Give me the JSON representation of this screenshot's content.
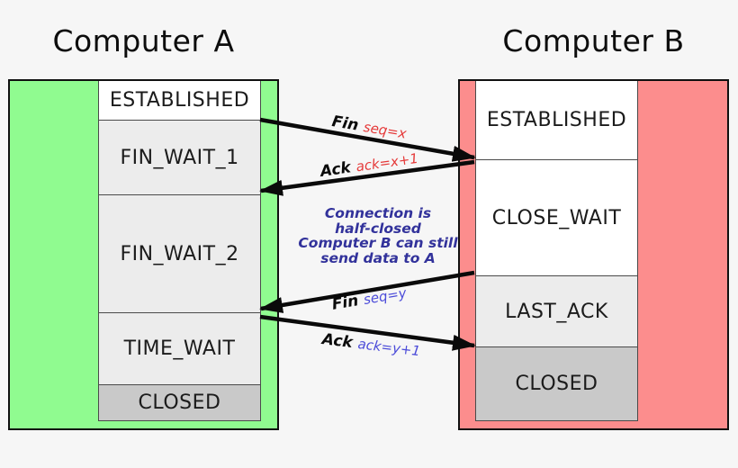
{
  "background_color": "#f6f6f6",
  "columns": {
    "a": {
      "title": "Computer A",
      "panel_color": "#90fb90",
      "states": [
        {
          "label": "ESTABLISHED",
          "bg": "#ffffff"
        },
        {
          "label": "FIN_WAIT_1",
          "bg": "#ececec"
        },
        {
          "label": "FIN_WAIT_2",
          "bg": "#ececec"
        },
        {
          "label": "TIME_WAIT",
          "bg": "#ececec"
        },
        {
          "label": "CLOSED",
          "bg": "#c9c9c9"
        }
      ]
    },
    "b": {
      "title": "Computer B",
      "panel_color": "#fc8d8d",
      "states": [
        {
          "label": "ESTABLISHED",
          "bg": "#ffffff"
        },
        {
          "label": "CLOSE_WAIT",
          "bg": "#ffffff"
        },
        {
          "label": "LAST_ACK",
          "bg": "#ececec"
        },
        {
          "label": "CLOSED",
          "bg": "#c9c9c9"
        }
      ]
    }
  },
  "messages": [
    {
      "name": "Fin",
      "param": "seq=x",
      "param_color": "#e53939",
      "direction": "a-to-b"
    },
    {
      "name": "Ack",
      "param": "ack=x+1",
      "param_color": "#e53939",
      "direction": "b-to-a"
    },
    {
      "name": "Fin",
      "param": "seq=y",
      "param_color": "#4c4cd9",
      "direction": "b-to-a"
    },
    {
      "name": "Ack",
      "param": "ack=y+1",
      "param_color": "#4c4cd9",
      "direction": "a-to-b"
    }
  ],
  "note": {
    "color": "#32329b",
    "lines": [
      "Connection is",
      "half-closed",
      "Computer B can still",
      "send data to A"
    ]
  },
  "arrow_color": "#0a0a0a"
}
